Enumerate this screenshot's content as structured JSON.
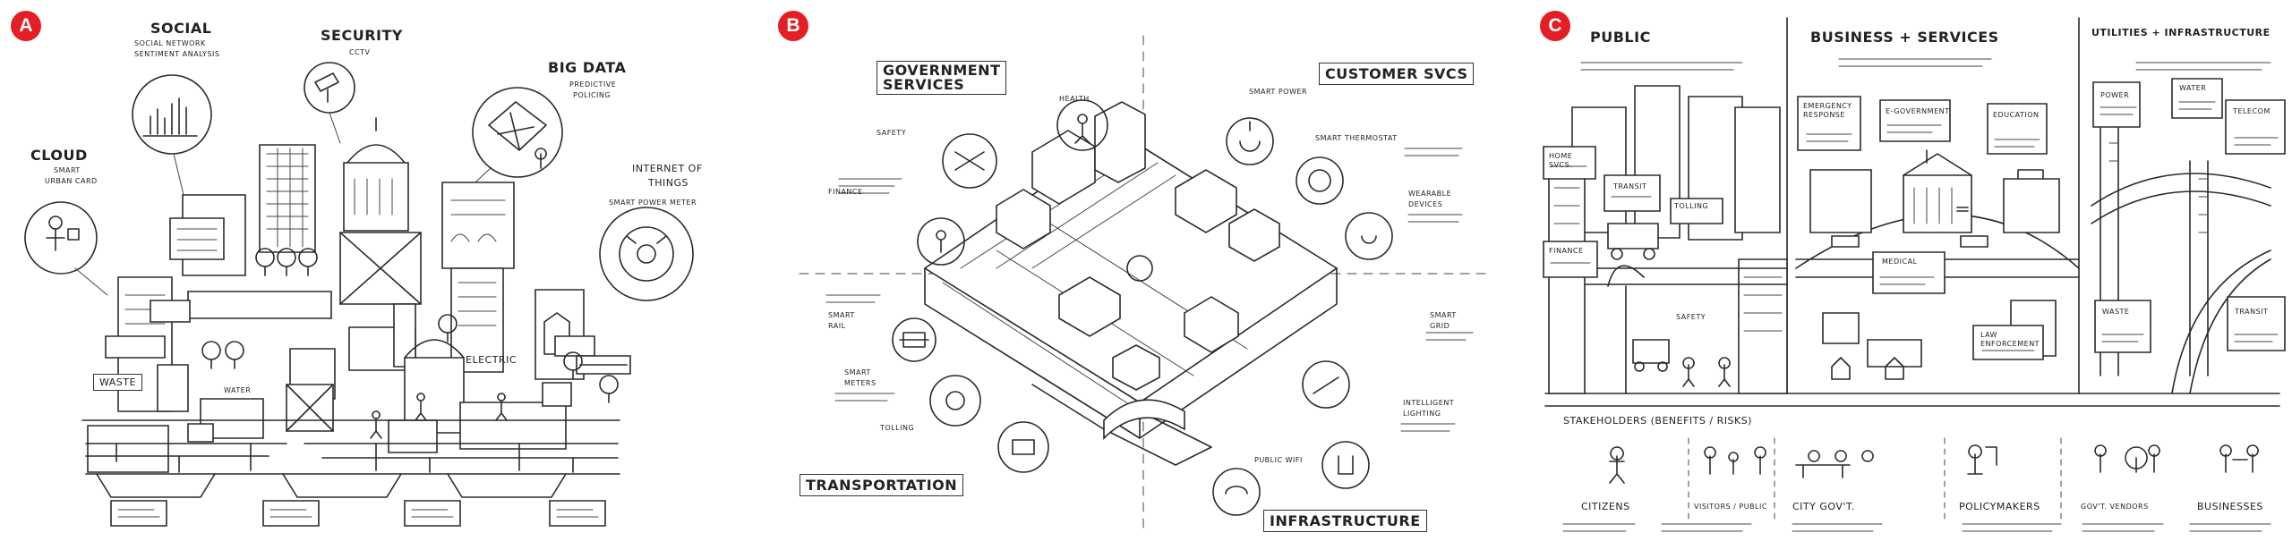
{
  "panels": {
    "a": {
      "badge": "A",
      "labels": {
        "social": "Social",
        "social_sub1": "Social Network",
        "social_sub2": "Sentiment Analysis",
        "security": "Security",
        "cctv": "CCTV",
        "big_data": "Big Data",
        "predictive1": "Predictive",
        "predictive2": "Policing",
        "cloud": "Cloud",
        "smart_urban1": "Smart",
        "smart_urban2": "Urban Card",
        "iot1": "Internet of",
        "iot2": "Things",
        "smart_power_meter": "Smart Power Meter",
        "waste": "Waste",
        "water": "Water",
        "electric": "Electric"
      }
    },
    "b": {
      "badge": "B",
      "labels": {
        "government_services1": "Government",
        "government_services2": "Services",
        "customer_svcs": "Customer Svcs",
        "health": "Health",
        "smart_power": "Smart Power",
        "smart_thermostat": "Smart Thermostat",
        "safety": "Safety",
        "wearable1": "Wearable",
        "wearable2": "Devices",
        "finance": "Finance",
        "smart_rail1": "Smart",
        "smart_rail2": "Rail",
        "smart_grid1": "Smart",
        "smart_grid2": "Grid",
        "smart_meters1": "Smart",
        "smart_meters2": "Meters",
        "intelligent1": "Intelligent",
        "intelligent2": "Lighting",
        "tolling": "Tolling",
        "public_wifi": "Public WiFi",
        "transportation": "Transportation",
        "infrastructure": "Infrastructure"
      }
    },
    "c": {
      "badge": "C",
      "labels": {
        "public": "Public",
        "business_services": "Business + Services",
        "utilities": "Utilities + Infrastructure",
        "home_svcs1": "Home",
        "home_svcs2": "Svcs.",
        "transit": "Transit",
        "tolling": "Tolling",
        "emergency1": "Emergency",
        "emergency2": "Response",
        "e_government": "E-Government",
        "education": "Education",
        "power": "Power",
        "water": "Water",
        "telecom": "Telecom",
        "finance": "Finance",
        "medical": "Medical",
        "safety": "Safety",
        "law1": "Law",
        "law2": "Enforcement",
        "waste": "Waste",
        "transit2": "Transit",
        "stakeholders": "Stakeholders (Benefits / Risks)",
        "citizens": "Citizens",
        "visitors": "Visitors / Public",
        "city_govt": "City Gov't.",
        "policymakers": "Policymakers",
        "govt_vendors": "Gov't. Vendors",
        "businesses": "Businesses"
      }
    }
  }
}
